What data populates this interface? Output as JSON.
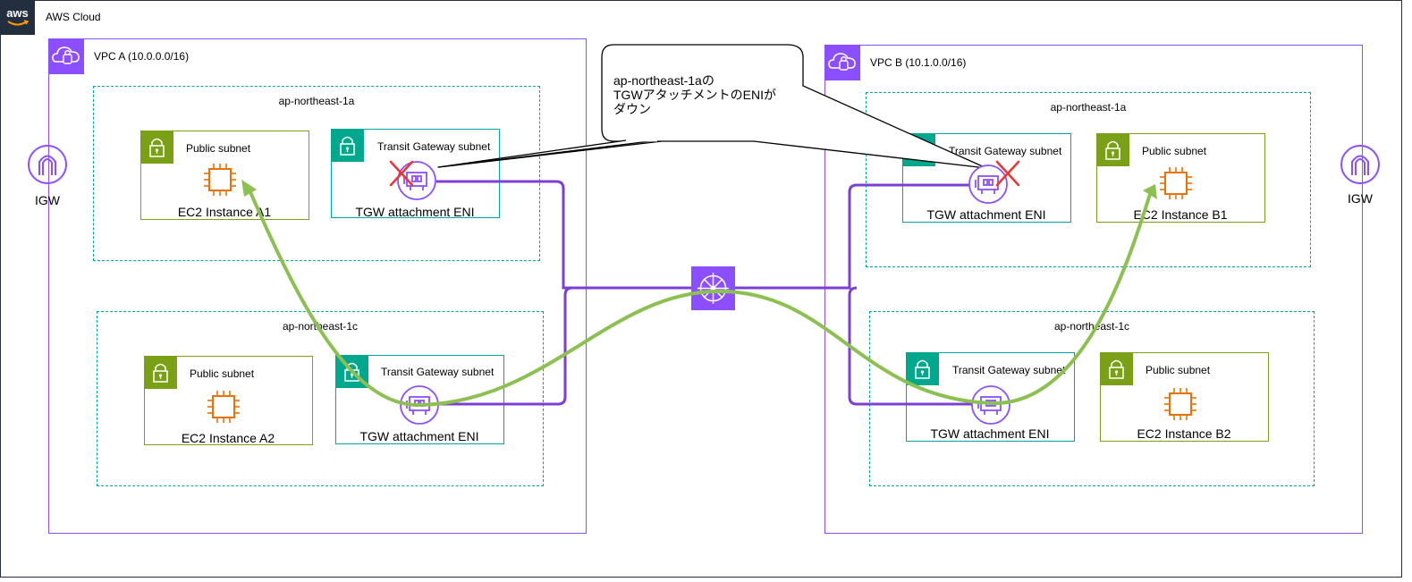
{
  "cloud": {
    "label": "AWS Cloud",
    "logo": "aws"
  },
  "vpc_a": {
    "label": "VPC A (10.0.0.0/16)",
    "az1": {
      "label": "ap-northeast-1a",
      "public_subnet": {
        "label": "Public subnet",
        "instance": "EC2 Instance A1"
      },
      "tgw_subnet": {
        "label": "Transit Gateway subnet",
        "eni": "TGW attachment ENI"
      }
    },
    "az2": {
      "label": "ap-northeast-1c",
      "public_subnet": {
        "label": "Public subnet",
        "instance": "EC2 Instance A2"
      },
      "tgw_subnet": {
        "label": "Transit Gateway subnet",
        "eni": "TGW attachment ENI"
      }
    }
  },
  "vpc_b": {
    "label": "VPC B (10.1.0.0/16)",
    "az1": {
      "label": "ap-northeast-1a",
      "public_subnet": {
        "label": "Public subnet",
        "instance": "EC2 Instance B1"
      },
      "tgw_subnet": {
        "label": "Transit Gateway subnet",
        "eni": "TGW attachment ENI"
      }
    },
    "az2": {
      "label": "ap-northeast-1c",
      "public_subnet": {
        "label": "Public subnet",
        "instance": "EC2 Instance B2"
      },
      "tgw_subnet": {
        "label": "Transit Gateway subnet",
        "eni": "TGW attachment ENI"
      }
    }
  },
  "igw_left": {
    "label": "IGW"
  },
  "igw_right": {
    "label": "IGW"
  },
  "callout": {
    "line1": "ap-northeast-1aの",
    "line2": "TGWアタッチメントのENIが",
    "line3": "ダウン"
  },
  "colors": {
    "vpc": "#8c4fff",
    "public_subnet": "#7aa116",
    "tgw_subnet": "#01a88d",
    "ec2": "#ed7100",
    "route_line": "#8c4fff",
    "traffic_path": "#8cc152",
    "failure_mark": "#e53935"
  },
  "icons": {
    "vpc": "vpc-cloud-icon",
    "subnet": "lock-icon",
    "ec2": "ec2-chip-icon",
    "eni": "network-interface-icon",
    "tgw": "transit-gateway-icon",
    "igw": "internet-gateway-icon",
    "failure": "red-cross-icon"
  }
}
